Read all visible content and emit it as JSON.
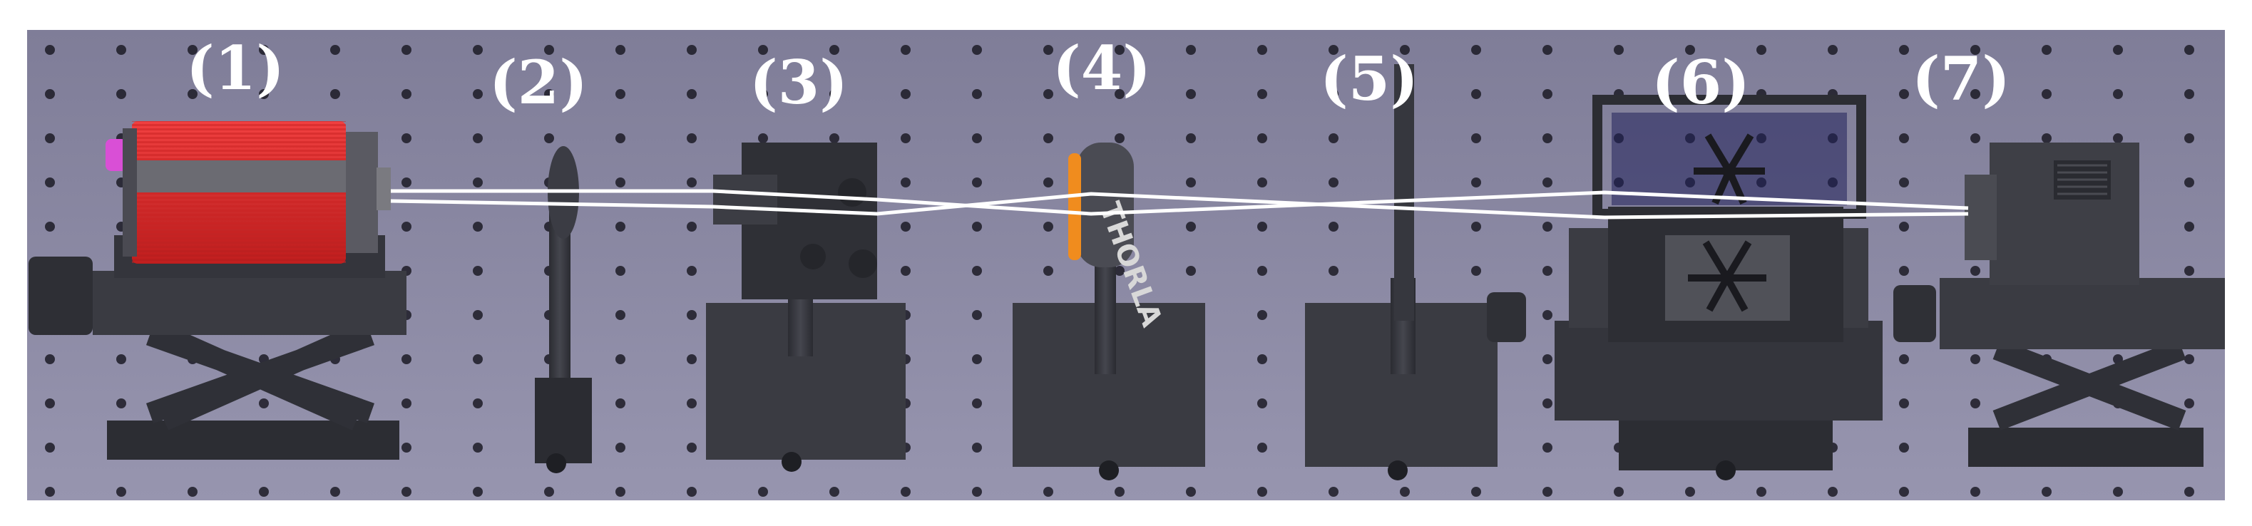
{
  "labels": [
    "(1)",
    "(2)",
    "(3)",
    "(4)",
    "(5)",
    "(6)",
    "(7)"
  ],
  "lens_brand_text": "THORLA",
  "colors": {
    "table": "#8d8ba6",
    "beam": "#ffffff",
    "source_body": "#e02a2a",
    "lens_rim": "#f08c1e",
    "source_cap": "#d94fd6",
    "metal": "#35363d"
  }
}
